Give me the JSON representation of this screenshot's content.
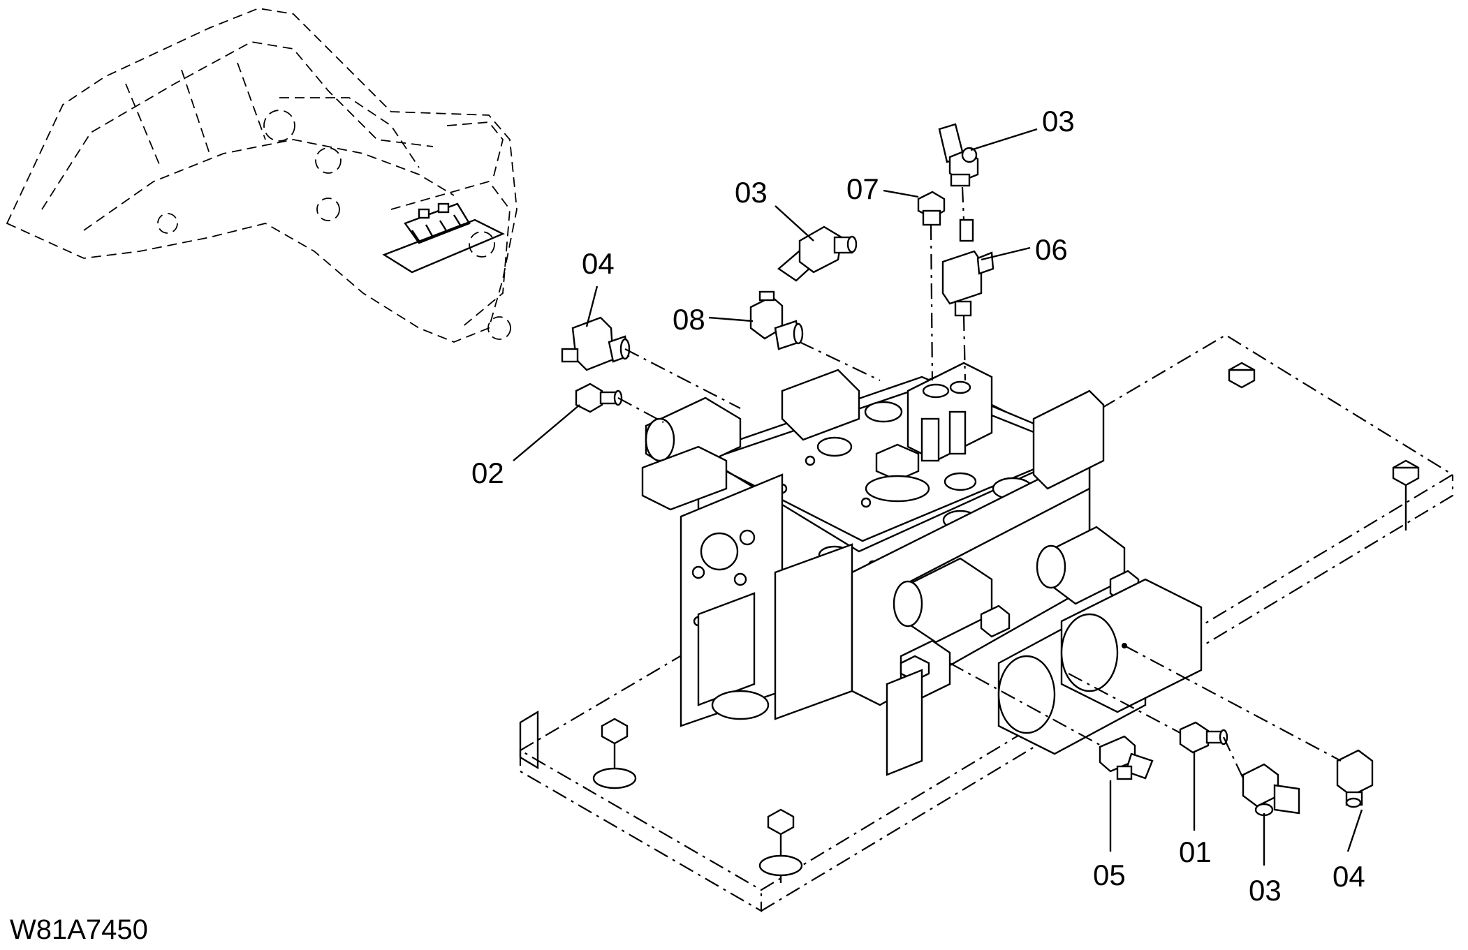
{
  "drawing_id": "W81A7450",
  "callouts": [
    {
      "label": "03"
    },
    {
      "label": "07"
    },
    {
      "label": "03"
    },
    {
      "label": "06"
    },
    {
      "label": "04"
    },
    {
      "label": "08"
    },
    {
      "label": "02"
    },
    {
      "label": "05"
    },
    {
      "label": "01"
    },
    {
      "label": "03"
    },
    {
      "label": "04"
    }
  ]
}
